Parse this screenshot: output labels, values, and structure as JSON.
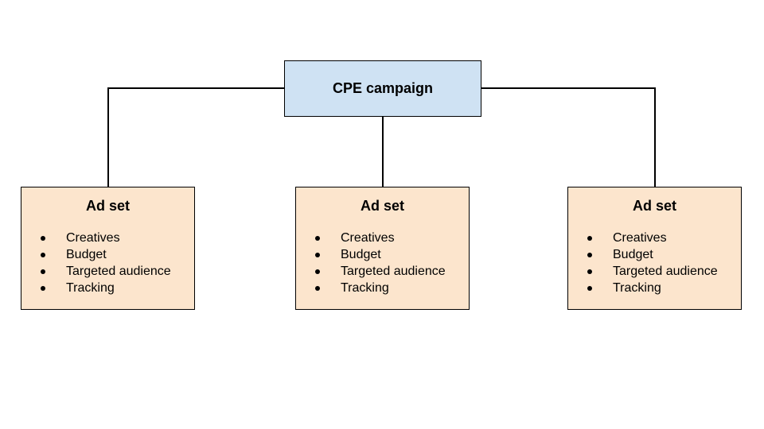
{
  "canvas": {
    "background": "#ffffff"
  },
  "colors": {
    "root_fill": "#cfe2f3",
    "adset_fill": "#fce5cd",
    "border": "#000000",
    "connector": "#000000",
    "text": "#000000"
  },
  "root_node": {
    "label": "CPE campaign"
  },
  "ad_sets": [
    {
      "title": "Ad set",
      "items": [
        "Creatives",
        "Budget",
        "Targeted audience",
        "Tracking"
      ]
    },
    {
      "title": "Ad set",
      "items": [
        "Creatives",
        "Budget",
        "Targeted audience",
        "Tracking"
      ]
    },
    {
      "title": "Ad set",
      "items": [
        "Creatives",
        "Budget",
        "Targeted audience",
        "Tracking"
      ]
    }
  ]
}
